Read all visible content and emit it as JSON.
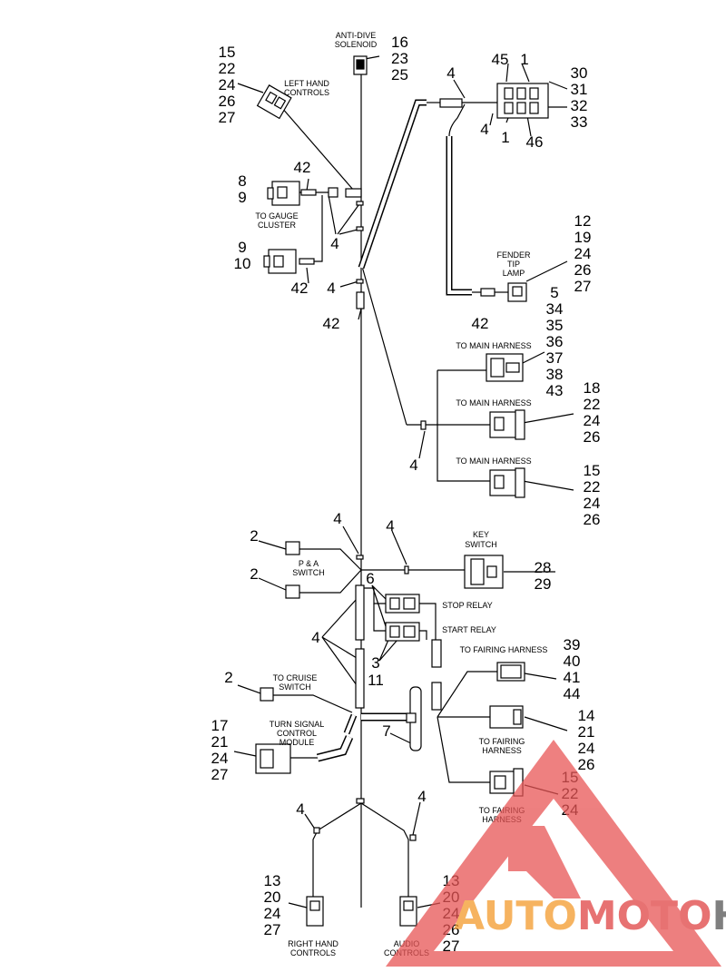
{
  "diagram": {
    "labels": {
      "anti_dive_solenoid": [
        "ANTI-DIVE",
        "SOLENOID"
      ],
      "left_hand_controls": [
        "LEFT HAND",
        "CONTROLS"
      ],
      "to_gauge_cluster": [
        "TO GAUGE",
        "CLUSTER"
      ],
      "fender_tip_lamp": [
        "FENDER",
        "TIP",
        "LAMP"
      ],
      "to_main_harness_1": "TO MAIN HARNESS",
      "to_main_harness_2": "TO MAIN HARNESS",
      "to_main_harness_3": "TO MAIN HARNESS",
      "key_switch": [
        "KEY",
        "SWITCH"
      ],
      "pa_switch": [
        "P & A",
        "SWITCH"
      ],
      "stop_relay": "STOP RELAY",
      "start_relay": "START RELAY",
      "to_fairing_harness_1": "TO FAIRING HARNESS",
      "to_cruise_switch": [
        "TO CRUISE",
        "SWITCH"
      ],
      "turn_signal_control_module": [
        "TURN SIGNAL",
        "CONTROL",
        "MODULE"
      ],
      "to_fairing_harness_2": [
        "TO FAIRING",
        "HARNESS"
      ],
      "to_fairing_harness_3": [
        "TO FAIRING",
        "HARNESS"
      ],
      "right_hand_controls": [
        "RIGHT HAND",
        "CONTROLS"
      ],
      "audio_controls": [
        "AUDIO",
        "CONTROLS"
      ]
    },
    "callouts": {
      "anti_dive": [
        "16",
        "23",
        "25"
      ],
      "left_hand": [
        "15",
        "22",
        "24",
        "26",
        "27"
      ],
      "gauge_upper_42": "42",
      "gauge_upper": [
        "8",
        "9"
      ],
      "gauge_lower": [
        "9",
        "10"
      ],
      "gauge_4": "4",
      "gauge_lower_42": "42",
      "trunk_4": "4",
      "trunk_42": "42",
      "top_4": "4",
      "top_connector_45": "45",
      "top_connector_1a": "1",
      "top_connector_right": [
        "30",
        "31",
        "32",
        "33"
      ],
      "top_connector_4b": "4",
      "top_connector_1b": "1",
      "top_connector_46": "46",
      "fender": [
        "12",
        "19",
        "24",
        "26",
        "27"
      ],
      "fender_42": "42",
      "main1": [
        "5",
        "34",
        "35",
        "36",
        "37",
        "38",
        "43"
      ],
      "main2": [
        "18",
        "22",
        "24",
        "26"
      ],
      "main_split_4": "4",
      "main3": [
        "15",
        "22",
        "24",
        "26"
      ],
      "mid_4a": "4",
      "mid_4b": "4",
      "pa_2a": "2",
      "pa_2b": "2",
      "key": [
        "28",
        "29"
      ],
      "relay_6": "6",
      "relay_4": "4",
      "relay_3": "3",
      "relay_11": "11",
      "fairing1": [
        "39",
        "40",
        "41",
        "44"
      ],
      "cruise_2": "2",
      "tscm": [
        "17",
        "21",
        "24",
        "27"
      ],
      "seven": "7",
      "fairing2": [
        "14",
        "21",
        "24",
        "26"
      ],
      "fairing3": [
        "15",
        "22",
        "24"
      ],
      "bottom_4a": "4",
      "bottom_4b": "4",
      "right_hand": [
        "13",
        "20",
        "24",
        "27"
      ],
      "audio": [
        "13",
        "20",
        "24",
        "26",
        "27"
      ]
    },
    "watermark": {
      "part1": "AUTO",
      "part2": "MOTO",
      "part3": "HUB"
    },
    "colors": {
      "line": "#000000",
      "wm_triangle": "#e85555",
      "wm_orange": "#f39a2b",
      "wm_red": "#e04343",
      "wm_grey": "#555555"
    }
  }
}
